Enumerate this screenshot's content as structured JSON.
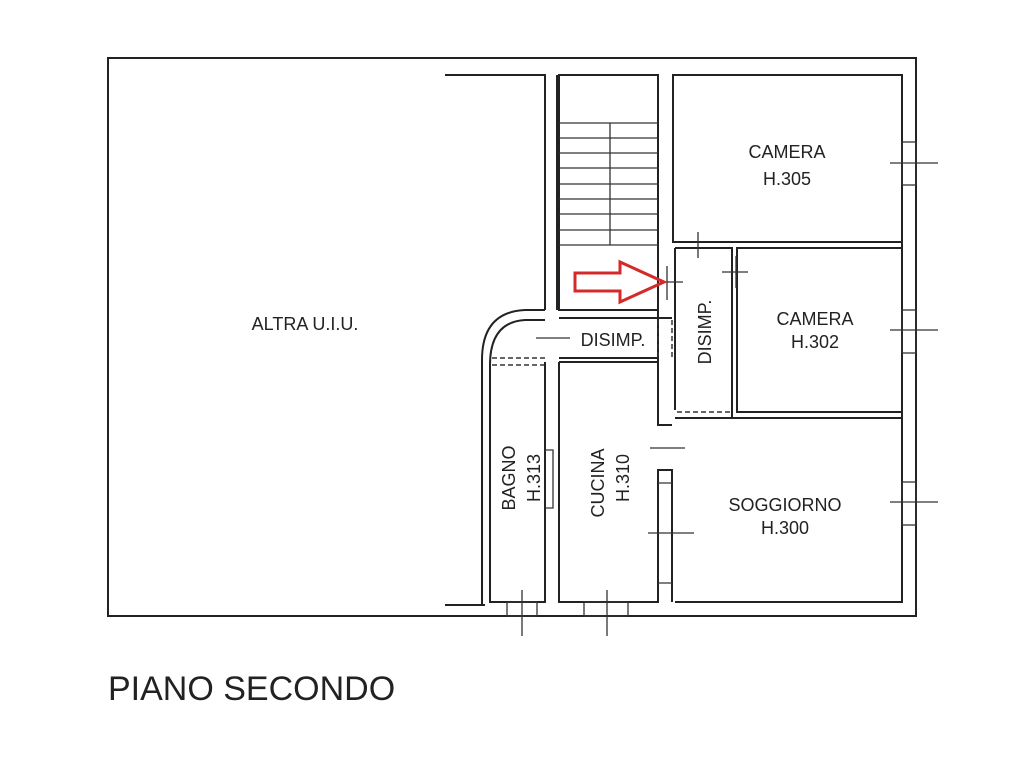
{
  "plan": {
    "title": "PIANO SECONDO",
    "rooms": {
      "altra": {
        "name": "ALTRA U.I.U."
      },
      "camera1": {
        "name": "CAMERA",
        "height": "H.305"
      },
      "camera2": {
        "name": "CAMERA",
        "height": "H.302"
      },
      "disimp_h": {
        "name": "DISIMP."
      },
      "disimp_v": {
        "name": "DISIMP."
      },
      "bagno": {
        "name": "BAGNO",
        "height": "H.313"
      },
      "cucina": {
        "name": "CUCINA",
        "height": "H.310"
      },
      "soggiorno": {
        "name": "SOGGIORNO",
        "height": "H.300"
      }
    },
    "arrow_color": "#d42a2a"
  }
}
